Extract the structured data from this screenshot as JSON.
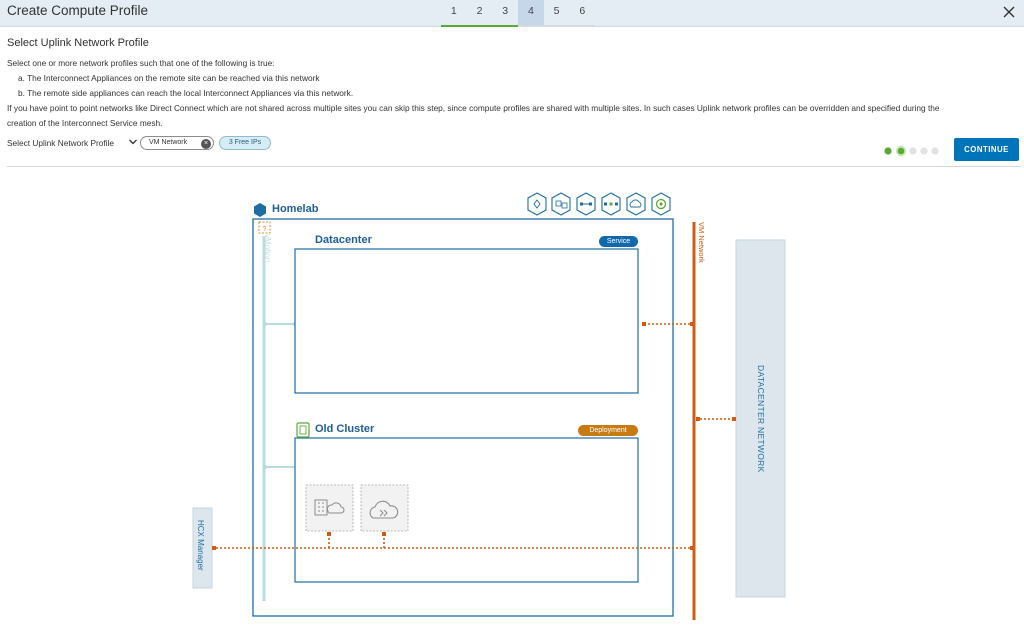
{
  "dialog": {
    "title": "Create Compute Profile",
    "steps": [
      "1",
      "2",
      "3",
      "4",
      "5",
      "6"
    ],
    "active_step": "4"
  },
  "section": {
    "title": "Select Uplink Network Profile",
    "intro": "Select one or more network profiles such that one of the following is true:",
    "item_a": "a. The Interconnect Appliances on the remote site can be reached via this network",
    "item_b": "b. The remote side appliances can reach the local Interconnect Appliances via this network.",
    "note_line1": "If you have point to point networks like Direct Connect which are not shared across multiple sites you can skip this step, since compute profiles are shared with multiple sites. In such cases Uplink network profiles can be overridden and specified during the",
    "note_line2": "creation of the Interconnect Service mesh."
  },
  "selector": {
    "label": "Select Uplink Network Profile",
    "chip": "VM Network",
    "free_ips": "3 Free IPs"
  },
  "actions": {
    "continue": "CONTINUE"
  },
  "diagram": {
    "site": "Homelab",
    "datacenter": "Datacenter",
    "service_badge": "Service",
    "cluster": "Old Cluster",
    "deployment_badge": "Deployment",
    "vm_network": "VM Network",
    "vmotion": "vMotion",
    "datacenter_network": "DATACENTER NETWORK",
    "hcx_manager": "HCX Manager",
    "service_icons": [
      "interconnect-icon",
      "wan-optimization-icon",
      "network-extension-icon",
      "bulk-migration-icon",
      "cloud-migration-icon",
      "disaster-recovery-icon"
    ]
  },
  "colors": {
    "header_bg": "#e5edf4",
    "step_done": "#5ca836",
    "primary": "#0074b8",
    "site_border": "#1f6ea3",
    "uplink": "#d05c12",
    "vmotion_line": "#b7dde1",
    "service_badge": "#1169ad",
    "deployment_badge": "#c67b13"
  }
}
